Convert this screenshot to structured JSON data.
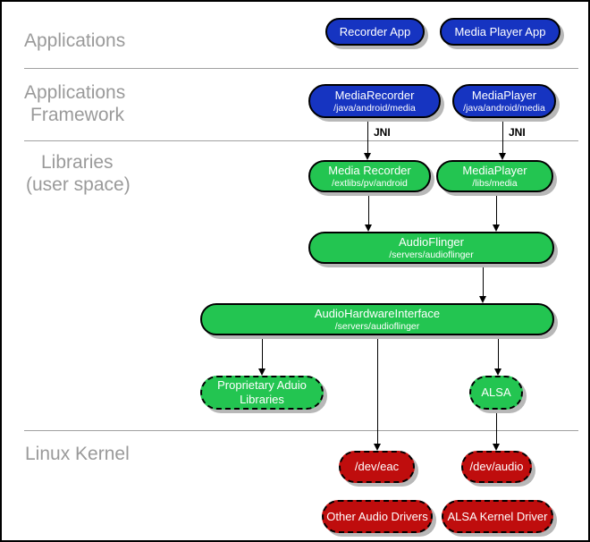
{
  "layers": {
    "applications": "Applications",
    "framework_line1": "Applications",
    "framework_line2": "Framework",
    "libraries_line1": "Libraries",
    "libraries_line2": "(user space)",
    "linux_kernel": "Linux Kernel"
  },
  "labels": {
    "jni": "JNI"
  },
  "nodes": {
    "recorder_app": {
      "title": "Recorder App"
    },
    "media_player_app": {
      "title": "Media Player App"
    },
    "media_recorder_fw": {
      "title": "MediaRecorder",
      "subtitle": "/java/android/media"
    },
    "media_player_fw": {
      "title": "MediaPlayer",
      "subtitle": "/java/android/media"
    },
    "media_recorder_lib": {
      "title": "Media Recorder",
      "subtitle": "/extlibs/pv/android"
    },
    "media_player_lib": {
      "title": "MediaPlayer",
      "subtitle": "/libs/media"
    },
    "audioflinger": {
      "title": "AudioFlinger",
      "subtitle": "/servers/audioflinger"
    },
    "audio_hardware_interface": {
      "title": "AudioHardwareInterface",
      "subtitle": "/servers/audioflinger"
    },
    "proprietary_audio_libraries": {
      "title": "Proprietary Aduio Libraries"
    },
    "alsa": {
      "title": "ALSA"
    },
    "dev_eac": {
      "title": "/dev/eac"
    },
    "dev_audio": {
      "title": "/dev/audio"
    },
    "other_audio_drivers": {
      "title": "Other Audio Drivers"
    },
    "alsa_kernel_driver": {
      "title": "ALSA Kernel Driver"
    }
  },
  "colors": {
    "app_blue": "#1634c1",
    "lib_green": "#23c551",
    "kernel_red": "#bf0d0d",
    "label_gray": "#9a9a9a",
    "divider_gray": "#a0a0a0",
    "shadow_gray": "#b8b8b8",
    "connector_black": "#000000"
  }
}
